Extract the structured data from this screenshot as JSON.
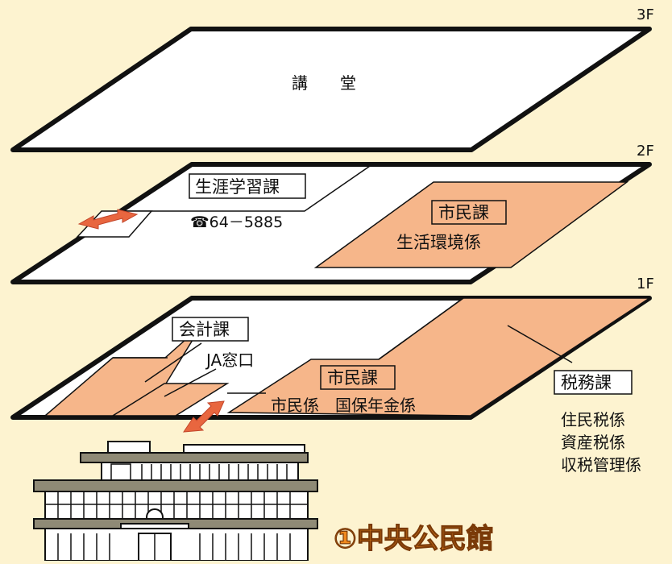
{
  "floors": {
    "f3": {
      "label": "3F",
      "rooms": {
        "auditorium": "講　　堂"
      }
    },
    "f2": {
      "label": "2F",
      "rooms": {
        "lifelong_learning": "生涯学習課",
        "phone": "☎64－5885",
        "citizens_dept": "市民課",
        "living_environment": "生活環境係"
      }
    },
    "f1": {
      "label": "1F",
      "rooms": {
        "accounting": "会計課",
        "ja_window": "JA窓口",
        "citizens_dept": "市民課",
        "citizens_sections": "市民係　国保年金係",
        "tax_dept": "税務課",
        "tax_sections": [
          "住民税係",
          "資産税係",
          "収税管理係"
        ]
      }
    }
  },
  "building_title": "①中央公民館",
  "colors": {
    "background": "#fdf3d0",
    "floor_fill": "#ffffff",
    "office_fill": "#f6b68a",
    "arrow": "#e8663f",
    "title": "#f08a1e",
    "outline": "#111111"
  }
}
